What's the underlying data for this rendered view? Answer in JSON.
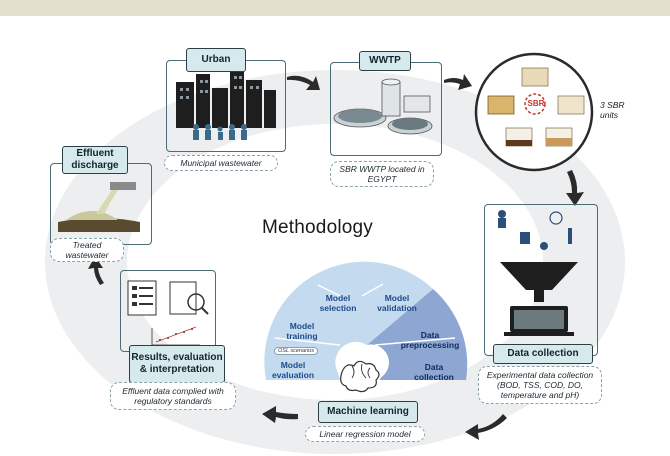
{
  "center_title": "Methodology",
  "stages": {
    "urban": {
      "title": "Urban",
      "caption": "Municipal wastewater"
    },
    "wwtp": {
      "title": "WWTP",
      "caption": "SBR WWTP located in EGYPT"
    },
    "sbr": {
      "center": "SBR",
      "units": "3 SBR units"
    },
    "data_collection": {
      "title": "Data collection",
      "caption": "Experimental data collection (BOD, TSS, COD, DO, temperature and pH)"
    },
    "machine_learning": {
      "title": "Machine learning",
      "caption": "Linear regression model"
    },
    "results": {
      "title": "Results, evaluation & interpretation",
      "caption": "Effluent data complied with regulatory standards"
    },
    "effluent": {
      "title": "Effluent discharge",
      "caption": "Treated wastewater"
    }
  },
  "wheel": {
    "segments": [
      "Model selection",
      "Model validation",
      "Data preprocessing",
      "Data collection",
      "Model evaluation",
      "Model training"
    ],
    "tag": "OSL scenarios"
  },
  "colors": {
    "title_box": "#d6e9ed",
    "ring": "#e9ecee",
    "wheel_light": "#bcd6ee",
    "wheel_dark": "#8aa3d0"
  }
}
